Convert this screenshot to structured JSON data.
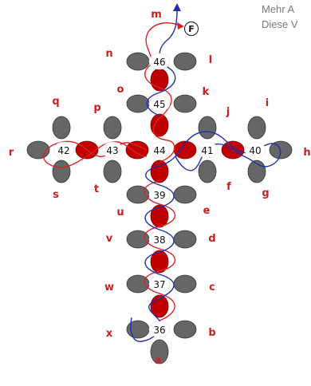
{
  "header": {
    "line1": "Mehr A",
    "line2": "Diese V"
  },
  "diagram": {
    "finish_label": "F",
    "colors": {
      "label": "#cc1f1f",
      "red_bead": "#c00000",
      "gray_bead": "#666666",
      "red_thread": "#e02020",
      "blue_thread": "#1f2fb0"
    },
    "beads": [
      "36",
      "37",
      "38",
      "39",
      "44",
      "45",
      "46",
      "43",
      "42",
      "41",
      "40"
    ],
    "letters": [
      "a",
      "b",
      "c",
      "d",
      "e",
      "f",
      "g",
      "h",
      "i",
      "j",
      "k",
      "l",
      "m",
      "n",
      "o",
      "p",
      "q",
      "r",
      "s",
      "t",
      "u",
      "v",
      "w",
      "x"
    ]
  }
}
